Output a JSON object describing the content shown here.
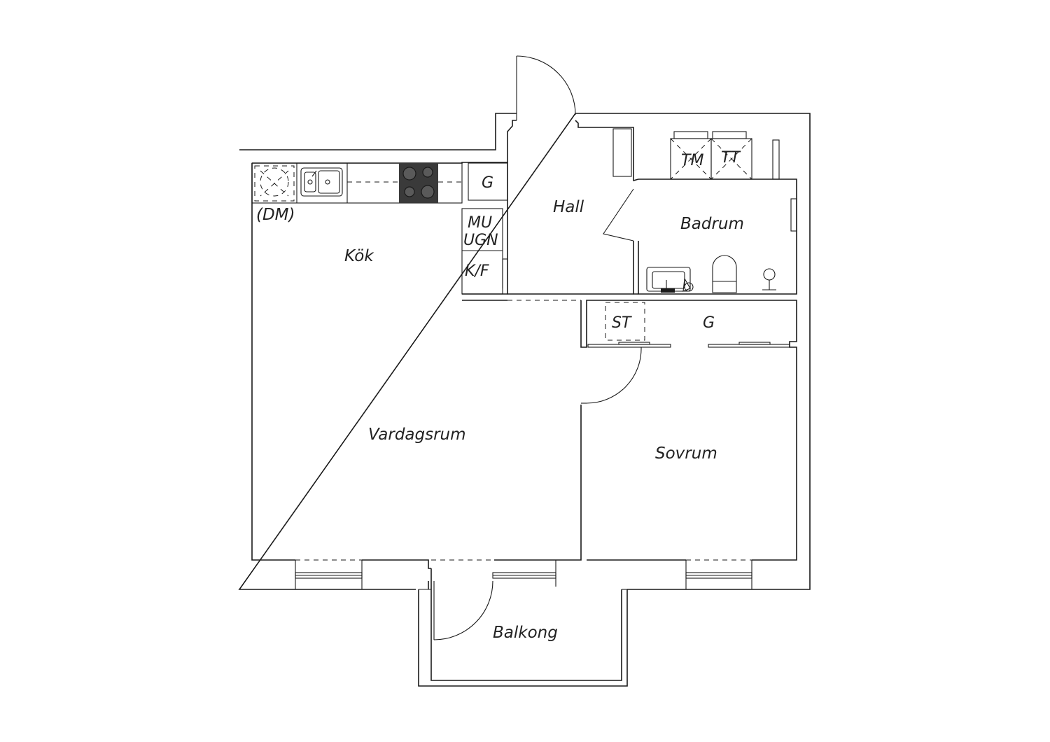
{
  "plan": {
    "rooms": {
      "kok": "Kök",
      "hall": "Hall",
      "badrum": "Badrum",
      "vardagsrum": "Vardagsrum",
      "sovrum": "Sovrum",
      "balkong": "Balkong"
    },
    "fixtures": {
      "dishwasher": "(DM)",
      "wardrobe_kitchen": "G",
      "microwave_line1": "MU",
      "microwave_line2": "UGN",
      "fridge_freezer": "K/F",
      "washing_machine": "TM",
      "dryer": "TT",
      "storage": "ST",
      "wardrobe_hall": "G"
    }
  }
}
